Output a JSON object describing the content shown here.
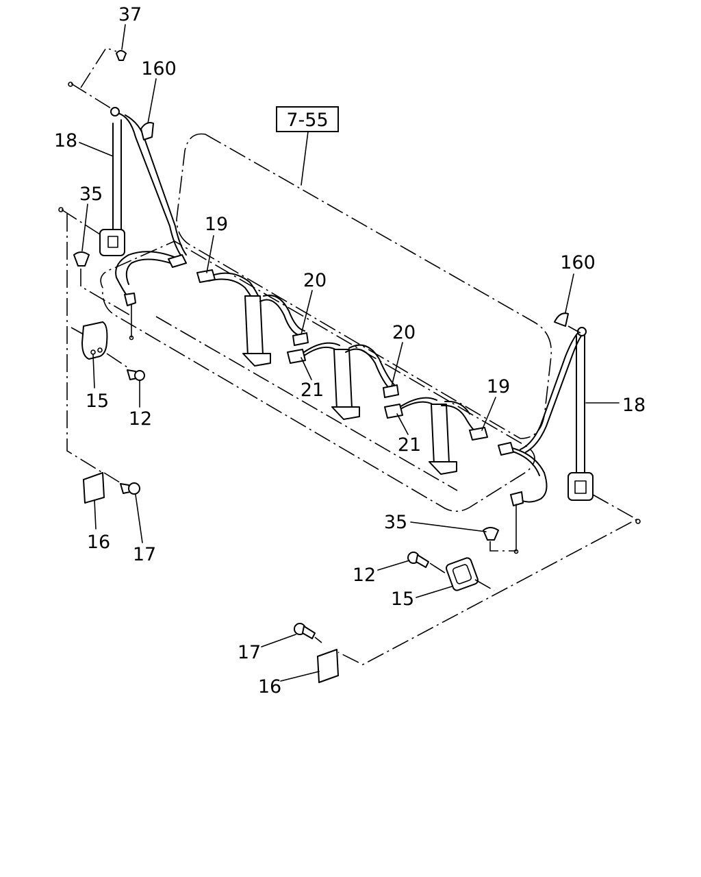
{
  "diagram": {
    "reference_box": "7-55",
    "callouts": [
      {
        "id": "c37",
        "text": "37"
      },
      {
        "id": "c160a",
        "text": "160"
      },
      {
        "id": "c18a",
        "text": "18"
      },
      {
        "id": "c35a",
        "text": "35"
      },
      {
        "id": "c19a",
        "text": "19"
      },
      {
        "id": "c20a",
        "text": "20"
      },
      {
        "id": "c20b",
        "text": "20"
      },
      {
        "id": "c21a",
        "text": "21"
      },
      {
        "id": "c21b",
        "text": "21"
      },
      {
        "id": "c19b",
        "text": "19"
      },
      {
        "id": "c160b",
        "text": "160"
      },
      {
        "id": "c18b",
        "text": "18"
      },
      {
        "id": "c15a",
        "text": "15"
      },
      {
        "id": "c12a",
        "text": "12"
      },
      {
        "id": "c16a",
        "text": "16"
      },
      {
        "id": "c17a",
        "text": "17"
      },
      {
        "id": "c35b",
        "text": "35"
      },
      {
        "id": "c12b",
        "text": "12"
      },
      {
        "id": "c15b",
        "text": "15"
      },
      {
        "id": "c17b",
        "text": "17"
      },
      {
        "id": "c16b",
        "text": "16"
      }
    ]
  }
}
